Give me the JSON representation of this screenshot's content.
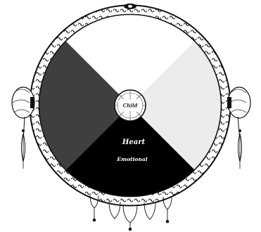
{
  "wheel": {
    "center_label": "Child",
    "quadrants": [
      {
        "id": "north",
        "color": "#ffffff"
      },
      {
        "id": "east",
        "color": "#ececec"
      },
      {
        "id": "south",
        "color": "#000000",
        "label": "Heart",
        "sublabel": "Emotional"
      },
      {
        "id": "west",
        "color": "#3f3f3f"
      }
    ],
    "rim_color": "#111111",
    "ornament_icons": [
      "left-feather-icon",
      "right-feather-icon",
      "bottom-beads-icon",
      "top-knot-icon"
    ]
  }
}
